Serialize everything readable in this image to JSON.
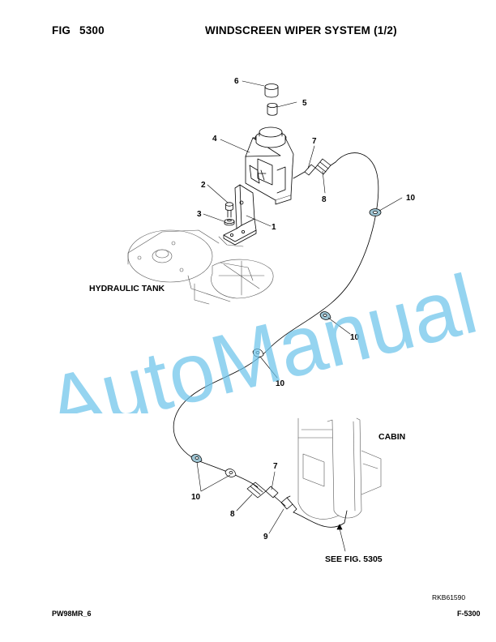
{
  "header": {
    "fig_label": "FIG",
    "fig_number": "5300",
    "title": "WINDSCREEN WIPER SYSTEM (1/2)"
  },
  "labels": {
    "hydraulic_tank": "HYDRAULIC TANK",
    "cabin": "CABIN",
    "see_fig": "SEE FIG. 5305"
  },
  "callouts": {
    "c1": "1",
    "c2": "2",
    "c3": "3",
    "c4": "4",
    "c5": "5",
    "c6": "6",
    "c7_top": "7",
    "c7_bottom": "7",
    "c8_top": "8",
    "c8_bottom": "8",
    "c9": "9",
    "c10_a": "10",
    "c10_b": "10",
    "c10_c": "10",
    "c10_d": "10"
  },
  "watermark": "AutoManual",
  "ref_code": "RKB61590",
  "footer": {
    "left": "PW98MR_6",
    "right": "F-5300"
  }
}
